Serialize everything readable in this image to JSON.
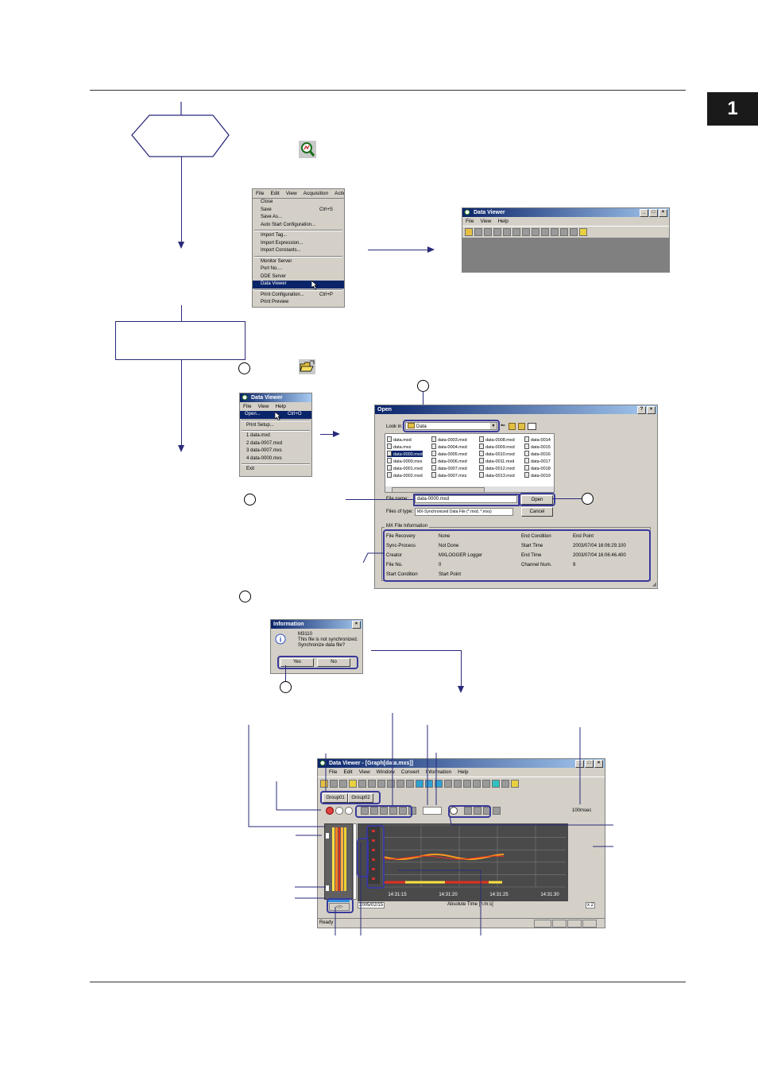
{
  "chapter_tab": "1",
  "menu_window": {
    "menubar": [
      "File",
      "Edit",
      "View",
      "Acquisition",
      "Action"
    ],
    "items": [
      {
        "label": "Close",
        "shortcut": ""
      },
      {
        "label": "Save",
        "shortcut": "Ctrl+S"
      },
      {
        "label": "Save As...",
        "shortcut": ""
      },
      {
        "label": "Auto Start Configuration...",
        "shortcut": ""
      },
      {
        "label": "Import Tag...",
        "shortcut": ""
      },
      {
        "label": "Import Expression...",
        "shortcut": ""
      },
      {
        "label": "Import Constants...",
        "shortcut": ""
      },
      {
        "label": "Monitor Server",
        "shortcut": ""
      },
      {
        "label": "Port No....",
        "shortcut": ""
      },
      {
        "label": "DDE Server",
        "shortcut": ""
      },
      {
        "label": "Data Viewer",
        "shortcut": ""
      },
      {
        "label": "Print Configuration...",
        "shortcut": "Ctrl+P"
      },
      {
        "label": "Print Preview",
        "shortcut": ""
      }
    ]
  },
  "dv_small": {
    "title": "Data Viewer",
    "menubar": [
      "File",
      "View",
      "Help"
    ]
  },
  "dv_file_menu": {
    "title": "Data Viewer",
    "menubar": [
      "File",
      "View",
      "Help"
    ],
    "items": [
      {
        "label": "Open...",
        "shortcut": "Ctrl+O"
      },
      {
        "label": "Print Setup...",
        "shortcut": ""
      },
      {
        "label": "1 data.mxd",
        "shortcut": ""
      },
      {
        "label": "2 data-0007.mxd",
        "shortcut": ""
      },
      {
        "label": "3 data-0007.mxs",
        "shortcut": ""
      },
      {
        "label": "4 data-0000.mxs",
        "shortcut": ""
      },
      {
        "label": "Exit",
        "shortcut": ""
      }
    ]
  },
  "open_dialog": {
    "title": "Open",
    "look_in_label": "Look in:",
    "look_in_value": "Data",
    "files": [
      [
        "data.mxd",
        "data-0003.mxd",
        "data-0008.mxd",
        "data-0014"
      ],
      [
        "data.mxs",
        "data-0004.mxd",
        "data-0009.mxd",
        "data-0015"
      ],
      [
        "data-0000.mxd",
        "data-0005.mxd",
        "data-0010.mxd",
        "data-0016"
      ],
      [
        "data-0000.mxs",
        "data-0006.mxd",
        "data-0011.mxd",
        "data-0017"
      ],
      [
        "data-0001.mxd",
        "data-0007.mxd",
        "data-0012.mxd",
        "data-0018"
      ],
      [
        "data-0002.mxd",
        "data-0007.mxs",
        "data-0013.mxd",
        "data-0019"
      ]
    ],
    "file_name_label": "File name:",
    "file_name_value": "data-0000.mxd",
    "file_type_label": "Files of type:",
    "file_type_value": "MX-Synchronized Data File (*.mxd, *.mxs)",
    "open_btn": "Open",
    "cancel_btn": "Cancel",
    "info_group": "MX File Information",
    "info_left": [
      [
        "File Recovery",
        "None"
      ],
      [
        "Sync-Process",
        "Not Done"
      ],
      [
        "Creator",
        "MXLOGGER Logger"
      ],
      [
        "File No.",
        "0"
      ],
      [
        "Start Condition",
        "Start Point"
      ]
    ],
    "info_right": [
      [
        "End Condition",
        "End Point"
      ],
      [
        "Start Time",
        "2003/07/04 16:06:29.100"
      ],
      [
        "End Time",
        "2003/07/04 16:06:46.400"
      ],
      [
        "Channel Num.",
        "9"
      ]
    ]
  },
  "info_dialog": {
    "title": "Information",
    "code": "M3110",
    "line1": "This file is not synchronized.",
    "line2": "Synchronize data file?",
    "yes": "Yes",
    "no": "No"
  },
  "graph_window": {
    "title": "Data Viewer - [Graph[data.mxs]]",
    "menubar": [
      "File",
      "Edit",
      "View",
      "Window",
      "Convert",
      "Information",
      "Help"
    ],
    "tabs": [
      "Group01",
      "Group02"
    ],
    "time_div": "100msec",
    "x_ticks": [
      "14:31:15",
      "14:31:20",
      "14:31:25",
      "14:31:30"
    ],
    "date": "2005/02/15",
    "x_label": "Absolute Time [h:m:s]",
    "zoom": "x 2",
    "status": "Ready"
  }
}
